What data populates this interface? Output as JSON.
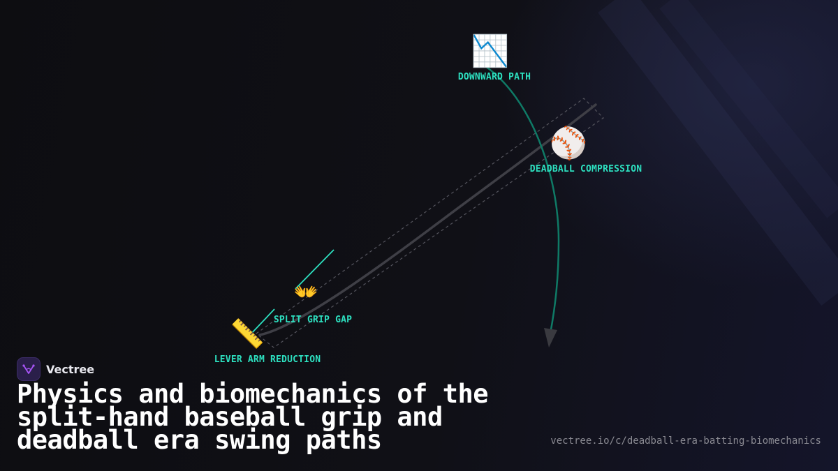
{
  "brand": {
    "name": "Vectree",
    "logo_icon": "vectree-logo-icon",
    "accent_color": "#a855f7"
  },
  "diagram": {
    "accent_color": "#2de0c0",
    "nodes": [
      {
        "id": "downward-path",
        "label": "DOWNWARD PATH",
        "icon": "chart-decreasing-icon",
        "glyph": "📉"
      },
      {
        "id": "deadball-compression",
        "label": "DEADBALL COMPRESSION",
        "icon": "baseball-icon",
        "glyph": "⚾"
      },
      {
        "id": "split-grip-gap",
        "label": "SPLIT GRIP GAP",
        "icon": "open-hands-icon",
        "glyph": "👐"
      },
      {
        "id": "lever-arm-reduction",
        "label": "LEVER ARM REDUCTION",
        "icon": "ruler-icon",
        "glyph": "📏"
      }
    ]
  },
  "title": "Physics and biomechanics of the split-hand baseball grip and deadball era swing paths",
  "url": "vectree.io/c/deadball-era-batting-biomechanics"
}
